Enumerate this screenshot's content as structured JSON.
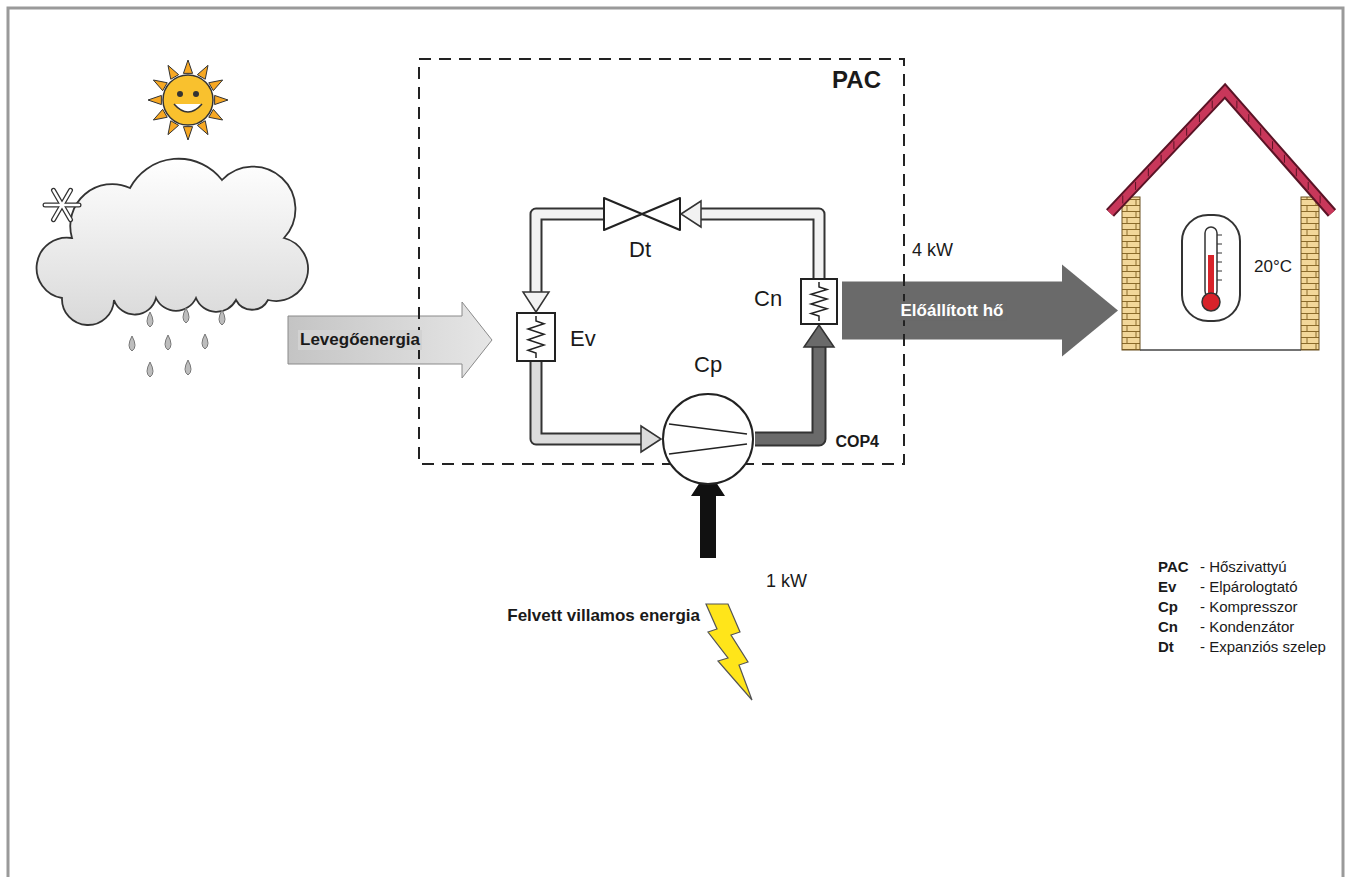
{
  "diagram": {
    "nodes": [
      {
        "text": [
          "PAC",
          "COP4"
        ]
      },
      {
        "text": [
          "Dt"
        ],
        "in": 0
      },
      {
        "text": [
          "Ev"
        ],
        "in": 0
      },
      {
        "text": [
          "Cp"
        ],
        "in": 0
      },
      {
        "text": [
          "Cn"
        ],
        "in": 0
      },
      {
        "text": [
          "20°C"
        ]
      }
    ],
    "edges": [
      {
        "from": 4,
        "to": 1,
        "arrow": "to"
      },
      {
        "from": 1,
        "to": 2,
        "arrow": "to"
      },
      {
        "from": 2,
        "to": 3,
        "arrow": "to"
      },
      {
        "from": 3,
        "to": 4,
        "arrow": "to"
      },
      {
        "from": 4,
        "to": 5,
        "label": "Előállított hő",
        "arrow": "to"
      }
    ],
    "labels": [
      "4 kW",
      "Levegőenergia",
      "1 kW",
      "Felvett villamos energia",
      "PAC",
      "- Hőszivattyú",
      "Ev",
      "- Elpárologtató",
      "Cp",
      "- Kompresszor",
      "Cn",
      "- Kondenzátor",
      "Dt",
      "- Expanziós szelep"
    ]
  }
}
